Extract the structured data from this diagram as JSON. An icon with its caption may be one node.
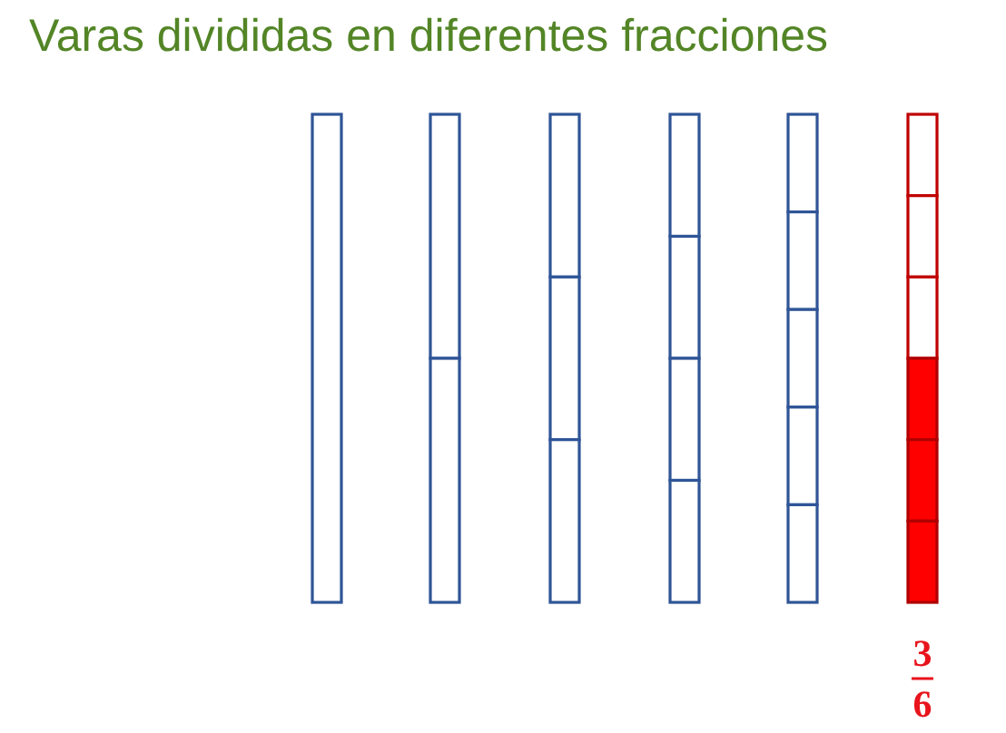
{
  "diagram": {
    "title": "Varas divididas en diferentes fracciones",
    "nodes": [
      {
        "text": [],
        "shape": "bar"
      },
      {
        "text": [],
        "shape": "bar"
      },
      {
        "text": [],
        "shape": "bar"
      },
      {
        "text": [],
        "shape": "bar"
      },
      {
        "text": [],
        "shape": "bar"
      },
      {
        "text": [],
        "shape": "bar"
      }
    ],
    "labels": [
      "3",
      "6"
    ]
  }
}
